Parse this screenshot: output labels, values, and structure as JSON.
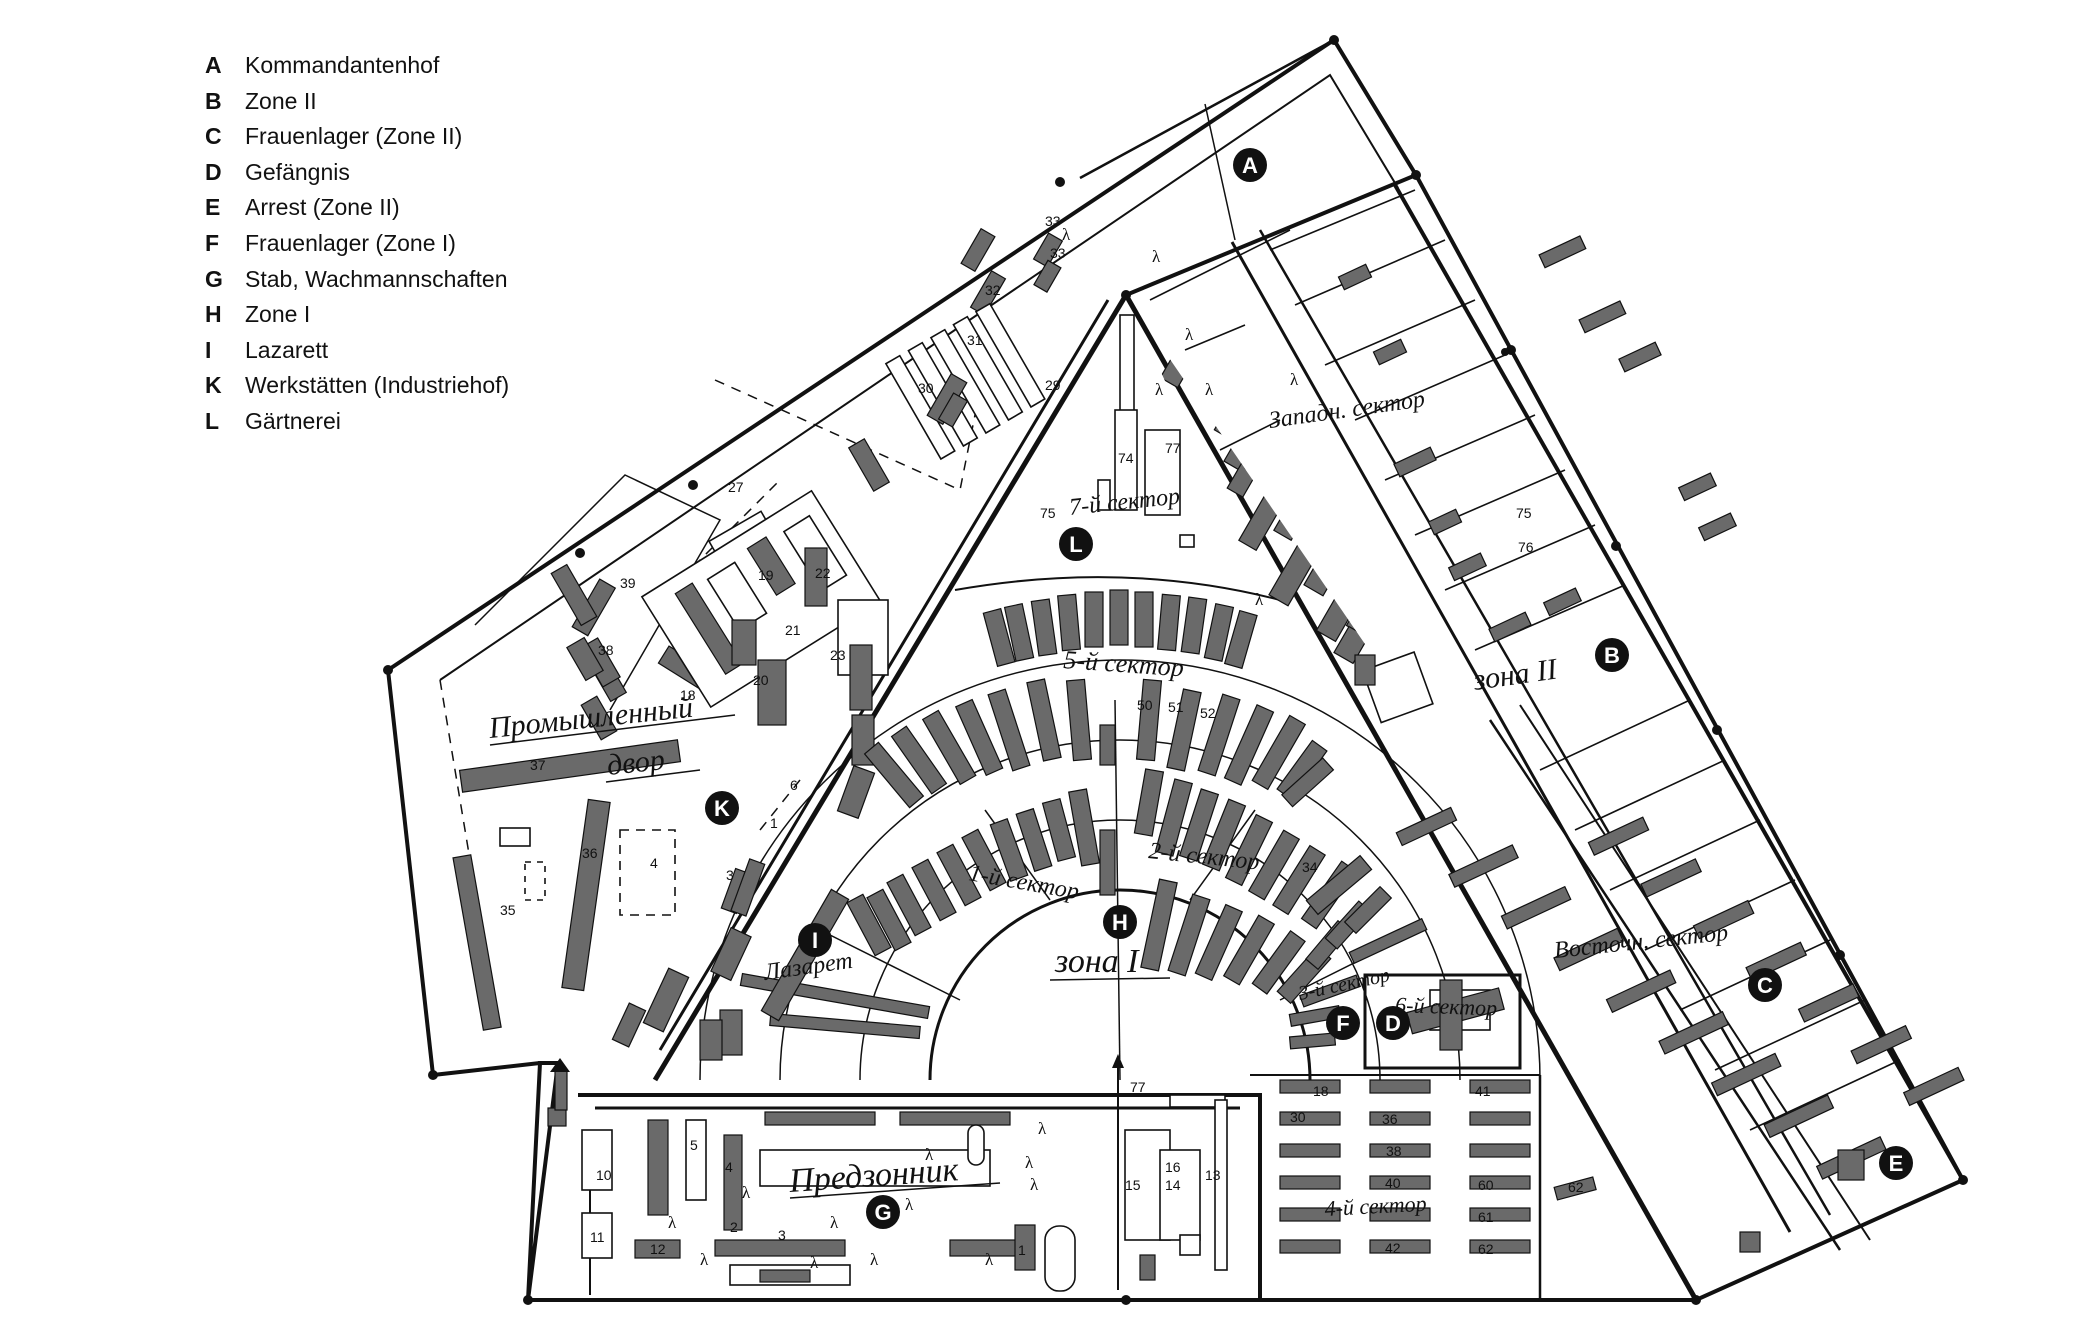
{
  "legend": [
    {
      "key": "A",
      "label": "Kommandantenhof"
    },
    {
      "key": "B",
      "label": "Zone II"
    },
    {
      "key": "C",
      "label": "Frauenlager (Zone II)"
    },
    {
      "key": "D",
      "label": "Gefängnis"
    },
    {
      "key": "E",
      "label": "Arrest (Zone II)"
    },
    {
      "key": "F",
      "label": "Frauenlager (Zone I)"
    },
    {
      "key": "G",
      "label": "Stab, Wachmannschaften"
    },
    {
      "key": "H",
      "label": "Zone I"
    },
    {
      "key": "I",
      "label": "Lazarett"
    },
    {
      "key": "K",
      "label": "Werkstätten (Industriehof)"
    },
    {
      "key": "L",
      "label": "Gärtnerei"
    }
  ],
  "plan_labels": {
    "industrial_line1": "Промышленный",
    "industrial_line2": "двор",
    "predzonnik": "Предзонник",
    "zona1": "зона I",
    "zona2": "зона II",
    "lazaret": "Лазарет",
    "sector7": "7-й сектор",
    "sector5": "5-й сектор",
    "sector2": "2-й сектор",
    "sector1": "1-й сектор",
    "sector4": "4-й сектор",
    "sector3": "3-й сектор",
    "sector6": "6-й сектор",
    "zapadny": "Западн. сектор",
    "vostochny": "Восточн. сектор"
  },
  "building_numbers": {
    "n1": "1",
    "n2": "2",
    "n3": "3",
    "n4": "4",
    "n5": "5",
    "n6": "6",
    "n10": "10",
    "n11": "11",
    "n12": "12",
    "n13": "13",
    "n14": "14",
    "n15": "15",
    "n16": "16",
    "n18": "18",
    "n19": "19",
    "n20": "20",
    "n21": "21",
    "n22": "22",
    "n23": "23",
    "n27": "27",
    "n29": "29",
    "n30": "30",
    "n31": "31",
    "n32": "32",
    "n33": "33",
    "n34": "34",
    "n35": "35",
    "n36": "36",
    "n37": "37",
    "n38": "38",
    "n39": "39",
    "n40": "40",
    "n41": "41",
    "n42": "42",
    "n50": "50",
    "n51": "51",
    "n52": "52",
    "n60": "60",
    "n61": "61",
    "n62": "62",
    "n74": "74",
    "n75": "75",
    "n76": "76",
    "n77": "77"
  },
  "map_markers": [
    "A",
    "B",
    "C",
    "D",
    "E",
    "F",
    "G",
    "H",
    "I",
    "K",
    "L"
  ]
}
